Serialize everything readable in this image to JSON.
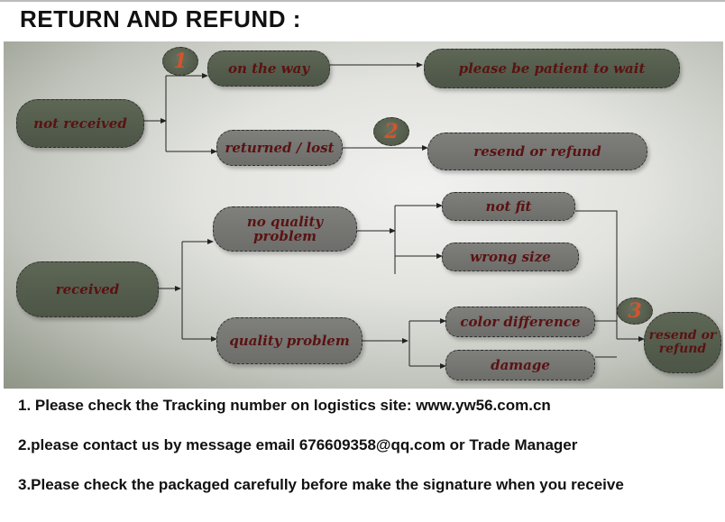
{
  "title": "RETURN AND REFUND :",
  "colors": {
    "text_on_node": "#5a1212",
    "badge_number": "#d2552c",
    "dark_node": "#505a4a",
    "mid_node": "#767674"
  },
  "flow": {
    "not_received": "not received",
    "on_the_way": "on the way",
    "please_wait": "please be patient to wait",
    "returned_lost": "returned / lost",
    "resend_refund_1": "resend or refund",
    "received": "received",
    "no_quality_problem": "no quality problem",
    "not_fit": "not fit",
    "wrong_size": "wrong size",
    "quality_problem": "quality problem",
    "color_difference": "color difference",
    "damage": "damage",
    "resend_refund_2": "resend or refund"
  },
  "badges": {
    "b1": "1",
    "b2": "2",
    "b3": "3"
  },
  "notes": [
    "1. Please check the Tracking number on logistics site: www.yw56.com.cn",
    "2.please contact us by message email 676609358@qq.com or Trade Manager",
    "3.Please check the packaged carefully before make the signature when you receive"
  ]
}
